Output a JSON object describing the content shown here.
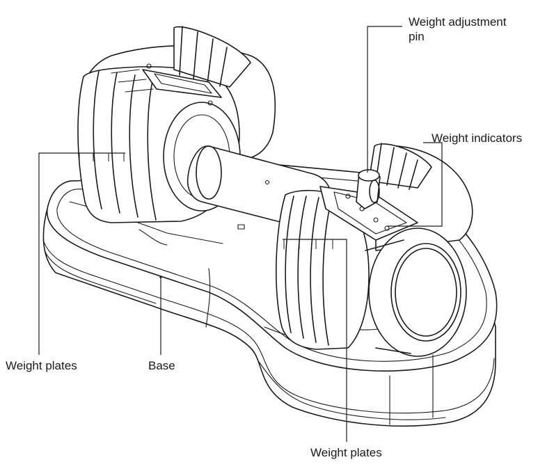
{
  "labels": {
    "weight_adjustment_pin": "Weight adjustment\npin",
    "weight_indicators": "Weight indicators",
    "weight_plates_left": "Weight plates",
    "base": "Base",
    "weight_plates_bottom": "Weight plates"
  }
}
